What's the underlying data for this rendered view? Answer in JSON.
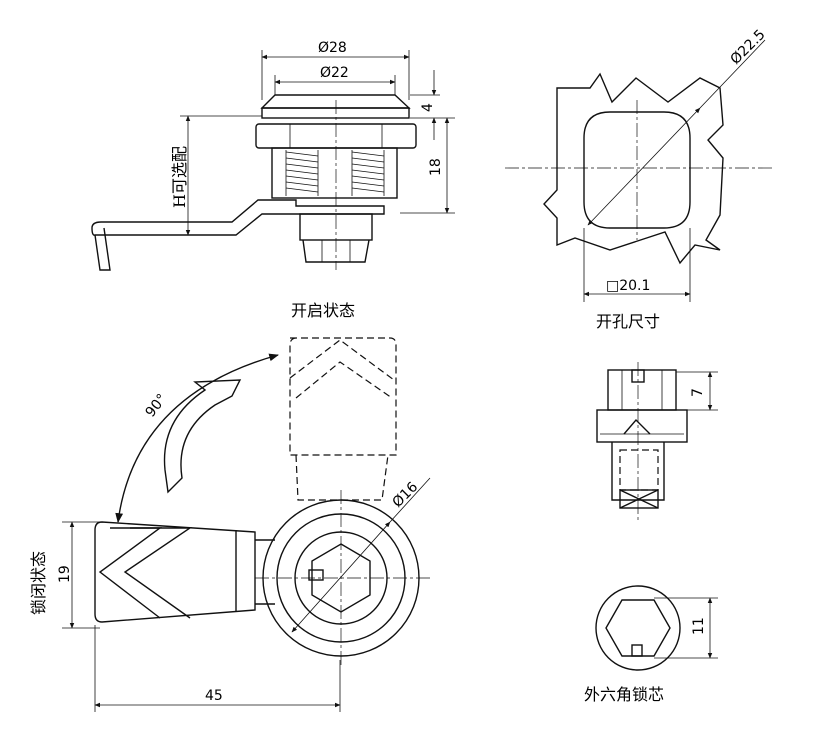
{
  "dimensions": {
    "dia_outer": "Ø28",
    "dia_inner": "Ø22",
    "head_height": "4",
    "body_height": "18",
    "h_optional": "H可选配",
    "cutout_diag": "Ø22.5",
    "cutout_square": "□20.1",
    "key_height": "7",
    "dia_16": "Ø16",
    "angle": "90°",
    "closed_width": "19",
    "length": "45",
    "hex_size": "11"
  },
  "captions": {
    "open_state": "开启状态",
    "cutout": "开孔尺寸",
    "closed_state": "锁闭状态",
    "hex_core": "外六角锁芯"
  }
}
